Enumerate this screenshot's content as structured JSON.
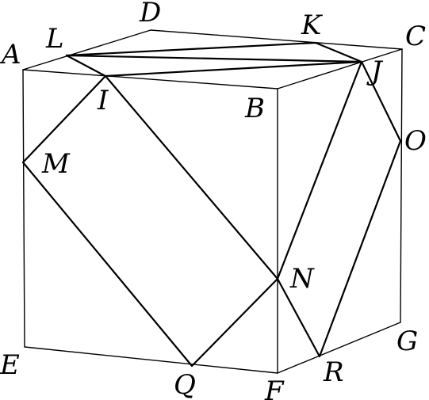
{
  "figure": {
    "vertex_labels": {
      "A": "A",
      "B": "B",
      "C": "C",
      "D": "D",
      "E": "E",
      "F": "F",
      "G": "G",
      "I": "I",
      "J": "J",
      "K": "K",
      "L": "L",
      "M": "M",
      "N": "N",
      "O": "O",
      "Q": "Q",
      "R": "R"
    },
    "colors": {
      "stroke": "#000000",
      "background": "#ffffff"
    }
  }
}
